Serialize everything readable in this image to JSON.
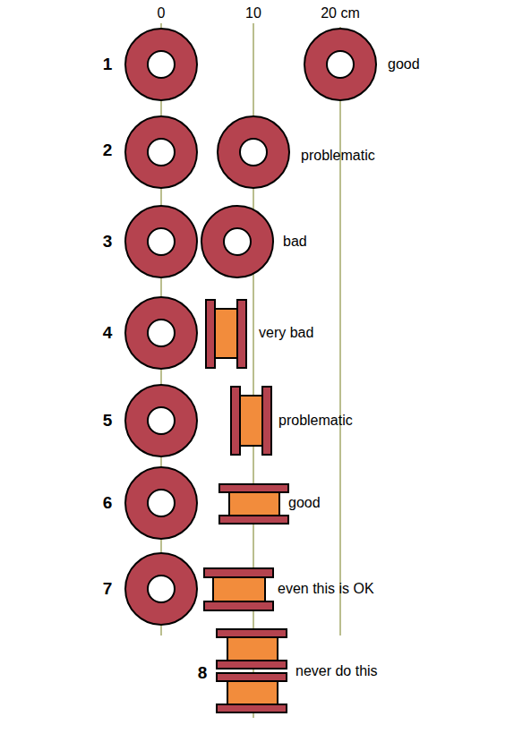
{
  "diagram": {
    "labels": [
      "0",
      "10",
      "20 cm",
      "1",
      "good",
      "2",
      "problematic",
      "3",
      "bad",
      "4",
      "very bad",
      "5",
      "problematic",
      "6",
      "good",
      "7",
      "even this is OK",
      "8",
      "never do this"
    ]
  }
}
